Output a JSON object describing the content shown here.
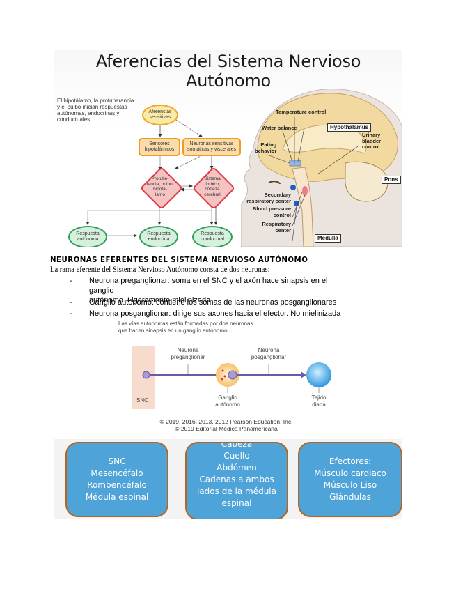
{
  "slide1": {
    "title": "Aferencias del Sistema Nervioso Autónomo",
    "intro_lines": [
      "El hipotálamo, la protuberancia",
      "y el bulbo inician respuestas",
      "autónomas, endocrinas y",
      "conductuales"
    ],
    "flowchart": {
      "afferent": [
        "Aferencias",
        "sensitivas"
      ],
      "sensor": [
        "Sensores",
        "hipotalámicos"
      ],
      "neurons": [
        "Neuronas sensitivas",
        "somáticas y viscerales"
      ],
      "brainstem": [
        "Protube-",
        "rancia, bulbo,",
        "hipotá-",
        "lamo"
      ],
      "limbic": [
        "Sistema",
        "límbico,",
        "corteza",
        "cerebral"
      ],
      "resp_autonomic": [
        "Respuesta",
        "autónoma"
      ],
      "resp_endocrine": [
        "Respuesta",
        "endocrina"
      ],
      "resp_behavioral": [
        "Respuesta",
        "conductual"
      ]
    },
    "brain_labels": {
      "temperature": "Temperature control",
      "water": "Water balance",
      "hypothalamus": "Hypothalamus",
      "eating": [
        "Eating",
        "behavior"
      ],
      "urinary": [
        "Urinary",
        "bladder",
        "control"
      ],
      "pons": "Pons",
      "secondary_resp": [
        "Secondary",
        "respiratory center"
      ],
      "blood_pressure": [
        "Blood pressure",
        "control"
      ],
      "respiratory": [
        "Respiratory",
        "center"
      ],
      "medulla": "Medulla"
    }
  },
  "section": {
    "heading": "NEURONAS EFERENTES DEL SISTEMA NERVIOSO AUTÓNOMO",
    "intro": "La rama eferente del Sistema Nervioso Autónomo consta de dos neuronas:",
    "bullets": [
      {
        "marker": "-",
        "lines": [
          "Neurona preganglionar: soma en el SNC y el axón hace sinapsis en el ganglio",
          "autónomo. Ligeramente mielinizada"
        ]
      },
      {
        "marker": "-",
        "lines": [
          "Ganglio autónomo: contiene los somas de las neuronas posganglionares"
        ]
      },
      {
        "marker": "-",
        "lines": [
          "Neurona posganglionar: dirige sus axones hacia el efector. No mielinizada"
        ]
      }
    ]
  },
  "slide2": {
    "caption": [
      "Las vías autónomas están formadas por dos neuronas",
      "que hacen sinapsis en un ganglio autónomo"
    ],
    "pre_label": [
      "Neurona",
      "preganglionar"
    ],
    "post_label": [
      "Neurona",
      "posganglionar"
    ],
    "snc_label": "SNC",
    "ganglion_label": [
      "Ganglio",
      "autónomo"
    ],
    "target_label": [
      "Tejido",
      "diana"
    ],
    "copyright": [
      "© 2019, 2016, 2013, 2012 Pearson Education, Inc.",
      "© 2019 Editorial Médica Panamericana"
    ]
  },
  "boxes": [
    {
      "lines": [
        "SNC",
        "Mesencéfalo",
        "Rombencéfalo",
        "Médula espinal"
      ]
    },
    {
      "lines": [
        "Cabeza",
        "Cuello",
        "Abdómen",
        "Cadenas a ambos",
        "lados de la médula",
        "espinal"
      ]
    },
    {
      "lines": [
        "Efectores:",
        "Músculo cardiaco",
        "Músculo Liso",
        "Glándulas"
      ]
    }
  ],
  "colors": {
    "box_blue": "#4ea3d8",
    "box_border": "#b5651d",
    "flow_yellow_border": "#f0a824",
    "flow_orange_border": "#ef9b20",
    "flow_red_border": "#e03a44",
    "flow_green_border": "#2fa05a"
  }
}
